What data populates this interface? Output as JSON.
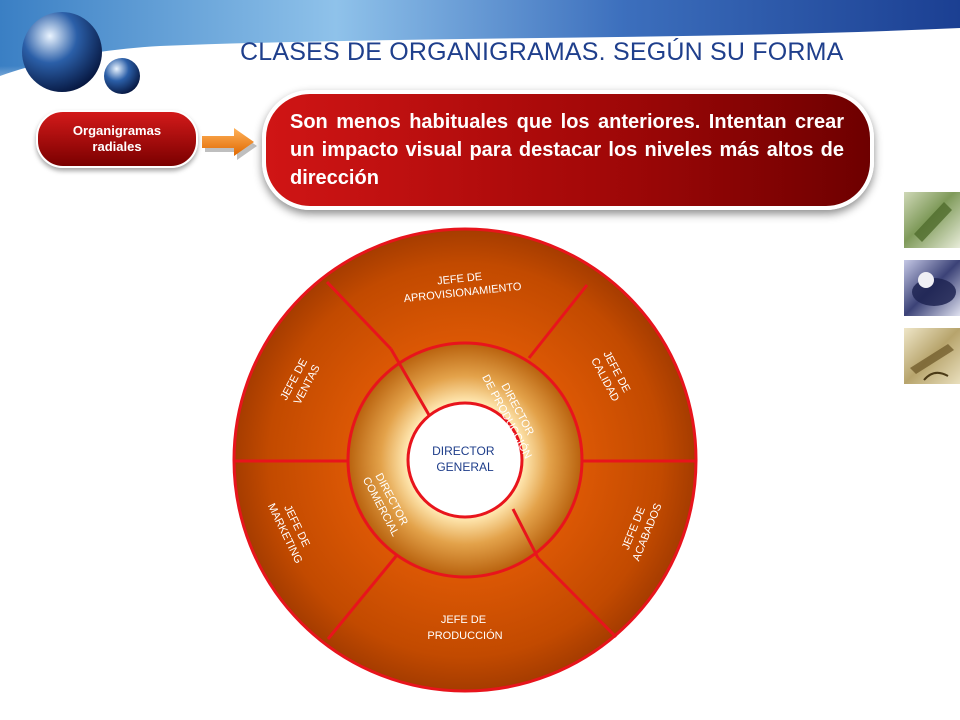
{
  "title": "CLASES DE ORGANIGRAMAS. SEGÚN SU FORMA",
  "badge": {
    "line1": "Organigramas",
    "line2": "radiales"
  },
  "callout": {
    "text": "Son menos habituales que los anteriores. Intentan crear un impacto visual para destacar los niveles más altos de dirección"
  },
  "diagram": {
    "center": {
      "line1": "DIRECTOR",
      "line2": "GENERAL"
    },
    "middle": {
      "produccion": {
        "line1": "DIRECTOR",
        "line2": "DE PRODUCCIÓN"
      },
      "comercial": {
        "line1": "DIRECTOR",
        "line2": "COMERCIAL"
      }
    },
    "outer": {
      "aprovisionamiento": {
        "line1": "JEFE DE",
        "line2": "APROVISIONAMIENTO"
      },
      "calidad": {
        "line1": "JEFE DE",
        "line2": "CALIDAD"
      },
      "acabados": {
        "line1": "JEFE DE",
        "line2": "ACABADOS"
      },
      "produccion": {
        "line1": "JEFE DE",
        "line2": "PRODUCCIÓN"
      },
      "marketing": {
        "line1": "JEFE DE",
        "line2": "MARKETING"
      },
      "ventas": {
        "line1": "JEFE DE",
        "line2": "VENTAS"
      }
    }
  },
  "colors": {
    "title": "#1f3f8c",
    "ring_outer": "#c24a00",
    "divider": "#e8141c",
    "badge": "#b00000"
  }
}
